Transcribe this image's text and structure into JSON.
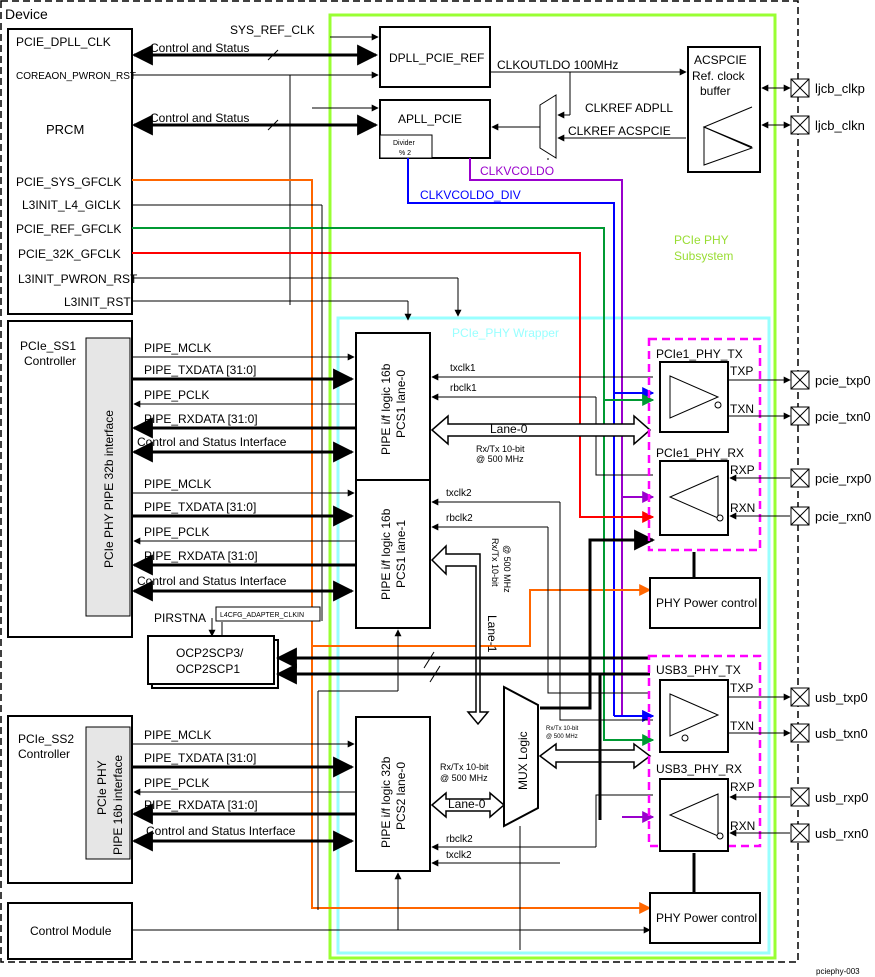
{
  "colors": {
    "green": "#99ff33",
    "cyan": "#99ffff",
    "magenta": "#ff00ff",
    "orange": "#ff6600",
    "red": "#ff0000",
    "green_clk": "#009933",
    "blue": "#0000ff",
    "purple": "#9900cc",
    "gray": "#e6e6e6"
  },
  "device": {
    "label": "Device"
  },
  "prcm": {
    "title": "PRCM",
    "signals": [
      "PCIE_DPLL_CLK",
      "COREAON_PWRON_RST",
      "PCIE_SYS_GFCLK",
      "L3INIT_L4_GICLK",
      "PCIE_REF_GFCLK",
      "PCIE_32K_GFCLK",
      "L3INIT_PWRON_RST",
      "L3INIT_RST"
    ]
  },
  "top": {
    "sys_ref_clk": "SYS_REF_CLK",
    "control_status_1": "Control and Status",
    "control_status_2": "Control and Status",
    "dpll": "DPLL_PCIE_REF",
    "apll": "APLL_PCIE",
    "divider_line1": "Divider",
    "divider_line2": "% 2",
    "clkoutldo": "CLKOUTLDO 100MHz",
    "clkref_adpll": "CLKREF ADPLL",
    "clkref_acspcie": "CLKREF ACSPCIE",
    "clkvcoldo": "CLKVCOLDO",
    "clkvcoldo_div": "CLKVCOLDO_DIV",
    "acspcie_line1": "ACSPCIE",
    "acspcie_line2": "Ref. clock",
    "acspcie_line3": "buffer"
  },
  "pads": {
    "ljcb_clkp": "ljcb_clkp",
    "ljcb_clkn": "ljcb_clkn",
    "pcie_txp0": "pcie_txp0",
    "pcie_txn0": "pcie_txn0",
    "pcie_rxp0": "pcie_rxp0",
    "pcie_rxn0": "pcie_rxn0",
    "usb_txp0": "usb_txp0",
    "usb_txn0": "usb_txn0",
    "usb_rxp0": "usb_rxp0",
    "usb_rxn0": "usb_rxn0"
  },
  "subsystem": {
    "line1": "PCIe PHY",
    "line2": "Subsystem",
    "wrapper": "PCIe_PHY Wrapper"
  },
  "ss1": {
    "title_line1": "PCIe_SS1",
    "title_line2": "Controller",
    "interface": "PCIe PHY PIPE 32b interface",
    "signals_a": [
      "PIPE_MCLK",
      "PIPE_TXDATA [31:0]",
      "PIPE_PCLK",
      "PIPE_RXDATA [31:0]",
      "Control and Status Interface"
    ],
    "signals_b": [
      "PIPE_MCLK",
      "PIPE_TXDATA [31:0]",
      "PIPE_PCLK",
      "PIPE_RXDATA [31:0]",
      "Control and Status Interface"
    ],
    "pirstna": "PIRSTNA",
    "adapter": "L4CFG_ADAPTER_CLKIN"
  },
  "pcs1_lane0": {
    "line1": "PIPE i/f logic 16b",
    "line2": "PCS1 lane-0"
  },
  "pcs1_lane1": {
    "line1": "PIPE i/f logic 16b",
    "line2": "PCS1 lane-1"
  },
  "pcs2_lane0": {
    "line1": "PIPE i/f logic 32b",
    "line2": "PCS2 lane-0"
  },
  "wrapper_signals": {
    "txclk1": "txclk1",
    "rbclk1": "rbclk1",
    "txclk2": "txclk2",
    "rbclk2": "rbclk2",
    "rbclk2_b": "rbclk2",
    "txclk2_b": "txclk2",
    "lane0": "Lane-0",
    "lane0_b": "Lane-0",
    "lane1": "Lane-1",
    "rxtx_line1": "Rx/Tx 10-bit",
    "rxtx_line2": "@ 500 MHz",
    "rxtx_v1": "Rx/Tx 10-bit",
    "rxtx_v2": "@ 500 MHz",
    "rxtx_c_line1": "Rx/Tx 10-bit",
    "rxtx_c_line2": "@ 500 MHz",
    "rxtx_s_line1": "Rx/Tx 10-bit",
    "rxtx_s_line2": "@ 500 MHz",
    "mux": "MUX Logic"
  },
  "ocp": {
    "line1": "OCP2SCP3/",
    "line2": "OCP2SCP1"
  },
  "phys": {
    "pcie1_tx": "PCIe1_PHY_TX",
    "pcie1_rx": "PCIe1_PHY_RX",
    "usb3_tx": "USB3_PHY_TX",
    "usb3_rx": "USB3_PHY_RX",
    "txp": "TXP",
    "txn": "TXN",
    "rxp": "RXP",
    "rxn": "RXN",
    "txp2": "TXP",
    "txn2": "TXN",
    "rxp2": "RXP",
    "rxn2": "RXN",
    "power1": "PHY Power control",
    "power2": "PHY Power control"
  },
  "ss2": {
    "title_line1": "PCIe_SS2",
    "title_line2": "Controller",
    "interface_line1": "PCIe PHY",
    "interface_line2": "PIPE 16b interface",
    "signals": [
      "PIPE_MCLK",
      "PIPE_TXDATA [31:0]",
      "PIPE_PCLK",
      "PIPE_RXDATA [31:0]",
      "Control and Status Interface"
    ]
  },
  "control_module": "Control Module",
  "figure_id": "pciephy-003"
}
